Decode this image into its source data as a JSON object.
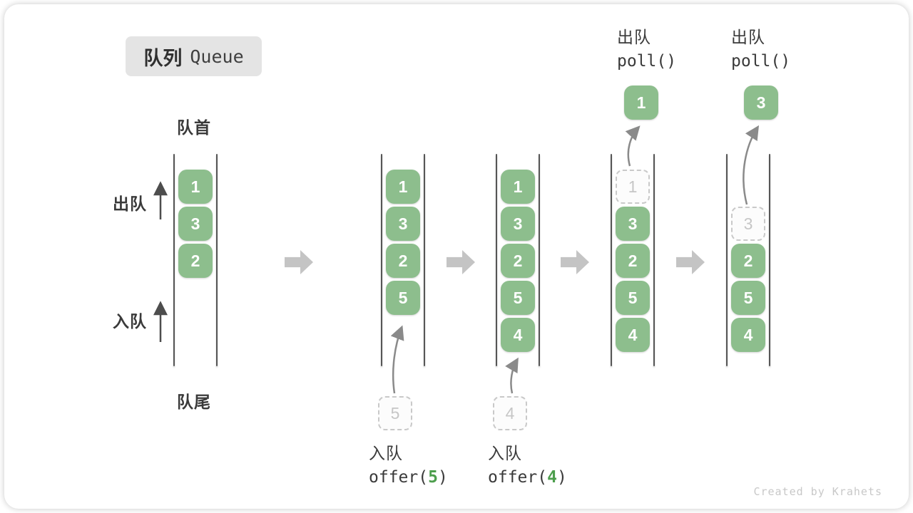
{
  "title": {
    "zh": "队列",
    "en": "Queue"
  },
  "labels": {
    "front": "队首",
    "rear": "队尾",
    "dequeue": "出队",
    "enqueue": "入队"
  },
  "operations": [
    {
      "zh": "入队",
      "code_pre": "offer(",
      "arg": "5",
      "code_post": ")"
    },
    {
      "zh": "入队",
      "code_pre": "offer(",
      "arg": "4",
      "code_post": ")"
    },
    {
      "zh": "出队",
      "code_pre": "poll()",
      "arg": "",
      "code_post": ""
    },
    {
      "zh": "出队",
      "code_pre": "poll()",
      "arg": "",
      "code_post": ""
    }
  ],
  "states": [
    {
      "cells": [
        {
          "slot": 0,
          "v": "1",
          "t": "green"
        },
        {
          "slot": 1,
          "v": "3",
          "t": "green"
        },
        {
          "slot": 2,
          "v": "2",
          "t": "green"
        }
      ]
    },
    {
      "cells": [
        {
          "slot": 0,
          "v": "1",
          "t": "green"
        },
        {
          "slot": 1,
          "v": "3",
          "t": "green"
        },
        {
          "slot": 2,
          "v": "2",
          "t": "green"
        },
        {
          "slot": 3,
          "v": "5",
          "t": "green"
        }
      ],
      "staged": "5"
    },
    {
      "cells": [
        {
          "slot": 0,
          "v": "1",
          "t": "green"
        },
        {
          "slot": 1,
          "v": "3",
          "t": "green"
        },
        {
          "slot": 2,
          "v": "2",
          "t": "green"
        },
        {
          "slot": 3,
          "v": "5",
          "t": "green"
        },
        {
          "slot": 4,
          "v": "4",
          "t": "green"
        }
      ],
      "staged": "4"
    },
    {
      "cells": [
        {
          "slot": 0,
          "v": "1",
          "t": "dashed"
        },
        {
          "slot": 1,
          "v": "3",
          "t": "green"
        },
        {
          "slot": 2,
          "v": "2",
          "t": "green"
        },
        {
          "slot": 3,
          "v": "5",
          "t": "green"
        },
        {
          "slot": 4,
          "v": "4",
          "t": "green"
        }
      ],
      "popped": "1"
    },
    {
      "cells": [
        {
          "slot": 1,
          "v": "3",
          "t": "dashed"
        },
        {
          "slot": 2,
          "v": "2",
          "t": "green"
        },
        {
          "slot": 3,
          "v": "5",
          "t": "green"
        },
        {
          "slot": 4,
          "v": "4",
          "t": "green"
        }
      ],
      "popped": "3"
    }
  ],
  "colors": {
    "box_green": "#8dbe8d",
    "arg_green": "#4d9e4d",
    "flow_arrow_gray": "#c4c4c4",
    "wall_gray": "#565656",
    "dashed_border_gray": "#c9c9c9",
    "text_dark": "#3a3a3a",
    "watermark_gray": "#c8c8c8",
    "badge_bg": "#e4e4e4"
  },
  "icons": {
    "flow_arrow": "block-arrow-right-icon",
    "side_arrows": "up-arrow-icon",
    "pointer_arrows": "curved-up-arrow-icon"
  },
  "watermark": "Created by Krahets"
}
